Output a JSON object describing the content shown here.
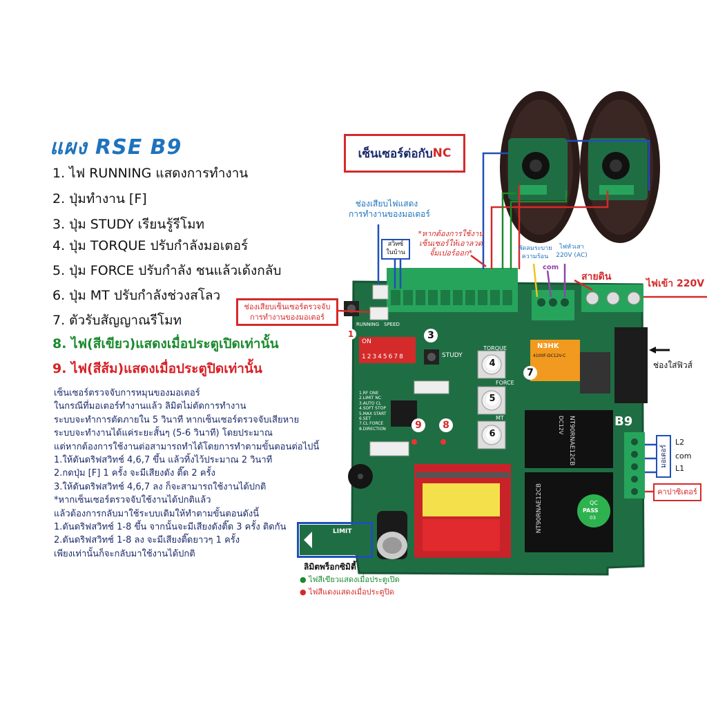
{
  "title": "แผง RSE B9",
  "features": [
    "1. ไฟ RUNNING แสดงการทำงาน",
    "2. ปุ่มทำงาน [F]",
    "3. ปุ่ม STUDY เรียนรู้รีโมท",
    "4. ปุ่ม TORQUE ปรับกำลังมอเตอร์",
    "5. ปุ่ม FORCE ปรับกำลัง ชนแล้วเด้งกลับ",
    "6. ปุ่ม MT ปรับกำลังช่วงสโลว",
    "7. ตัวรับสัญญาณรีโมท",
    "8. ไฟ(สีเขียว)แสดงเมื่อประตูเปิดเท่านั้น",
    "9. ไฟ(สีส้ม)แสดงเมื่อประตูปิดเท่านั้น"
  ],
  "notes": [
    "เซ็นเซอร์ตรวจจับการหมุนของมอเตอร์",
    "ในกรณีที่มอเตอร์ทำงานแล้ว ลิมิตไม่ตัดการทำงาน",
    "ระบบจะทำการตัดภายใน 5 วินาที  หากเซ็นเซอร์ตรวจจับเสียหาย",
    "ระบบจะทำงานได้แค่ระยะสั้นๆ (5-6 วินาที) โดยประมาณ",
    "แต่หากต้องการใช้งานต่อสามารถทำได้โดยการทำตามขั้นตอนต่อไปนี้",
    "1.ให้ดันดริฟสวิทช์ 4,6,7 ขึ้น แล้วทิ้งไว้ประมาณ 2 วินาที",
    "2.กดปุ่ม [F] 1 ครั้ง จะมีเสียงดัง ติ๊ด 2 ครั้ง",
    "3.ให้ดันดริฟสวิทช์ 4,6,7 ลง ก็จะสามารถใช้งานได้ปกติ",
    "*หากเซ็นเซอร์ตรวจจับใช้งานได้ปกติแล้ว",
    "แล้วต้องการกลับมาใช้ระบบเดิมให้ทำตามขั้นตอนดังนี้",
    "1.ดันดริฟสวิทช์ 1-8 ขึ้น จากนั้นจะมีเสียงดังติ๊ด 3 ครั้ง ติดกัน",
    "2.ดันดริฟสวิทช์ 1-8 ลง จะมีเสียงติ๊ดยาวๆ 1 ครั้ง",
    "เพียงเท่านั้นก็จะกลับมาใช้งานได้ปกติ"
  ],
  "labels": {
    "sensor_nc": "เซ็นเซอร์ต่อกับ",
    "sensor_nc_suffix": "NC",
    "status_socket_1": "ช่องเสียบไฟแสดง",
    "status_socket_2": "การทำงานของมอเตอร์",
    "home_switch_1": "สวิทซ์",
    "home_switch_2": "ในบ้าน",
    "jumper_note_1": "*หากต้องการใช้งาน",
    "jumper_note_2": "เซ็นเซอร์ให้เอาลวด",
    "jumper_note_3": "จั้มเปอร์ออก*",
    "rotation_socket_1": "ช่องเสียบเซ็นเซอร์ตรวจจับ",
    "rotation_socket_2": "การทำงานของมอเตอร์",
    "fan_1": "พัดลมระบาย",
    "fan_2": "ความร้อน",
    "lamp_1": "ไฟหัวเสา",
    "lamp_2": "220V (AC)",
    "com": "com",
    "ground": "สายดิน",
    "power_in": "ไฟเข้า 220V",
    "fuse": "ช่องใส่ฟิวส์",
    "motor": "มอเตอร์",
    "l2": "L2",
    "com2": "com",
    "l1": "L1",
    "capacitor": "คาปาซิเตอร์",
    "limit_title": "ลิมิตพร็อกซิมิตี้",
    "limit_green": "ไฟสีเขียวแสดงเมื่อประตูเปิด",
    "limit_red": "ไฟสีแดงแสดงเมื่อประตูปิด"
  },
  "board": {
    "model": "B9",
    "study": "STUDY",
    "torque": "TORQUE",
    "force": "FORCE",
    "mt": "MT",
    "running": "RUNNING",
    "speed": "SPEED",
    "dip_on": "ON",
    "dip_numbers": "12345678",
    "relay_1": "NT90RNAE12CB",
    "relay_2": "NT90RNAE12CB",
    "relay_dc": "DC12V",
    "relay_3": "4100F-DC12V-C",
    "relay_3_brand": "N3HK",
    "qc_1": "QC",
    "qc_2": "PASS",
    "qc_3": "03",
    "limit_module": "LIMIT",
    "dip_legend": [
      "1.RF ONE",
      "2.LIMIT NC",
      "3.AUTO CL",
      "4.SOFT STOP",
      "5.MAX START",
      "6.SET",
      "7.CL FORCE",
      "8.DIRECTION"
    ],
    "num_1": "1",
    "num_2": "2",
    "num_3": "3",
    "num_4": "4",
    "num_5": "5",
    "num_6": "6",
    "num_7": "7",
    "num_8": "8",
    "num_9": "9"
  },
  "colors": {
    "title_blue": "#1e73be",
    "green": "#1a8a2e",
    "red": "#d81f26",
    "pcb_green": "#1f6e43",
    "terminal_green": "#27a45c"
  }
}
